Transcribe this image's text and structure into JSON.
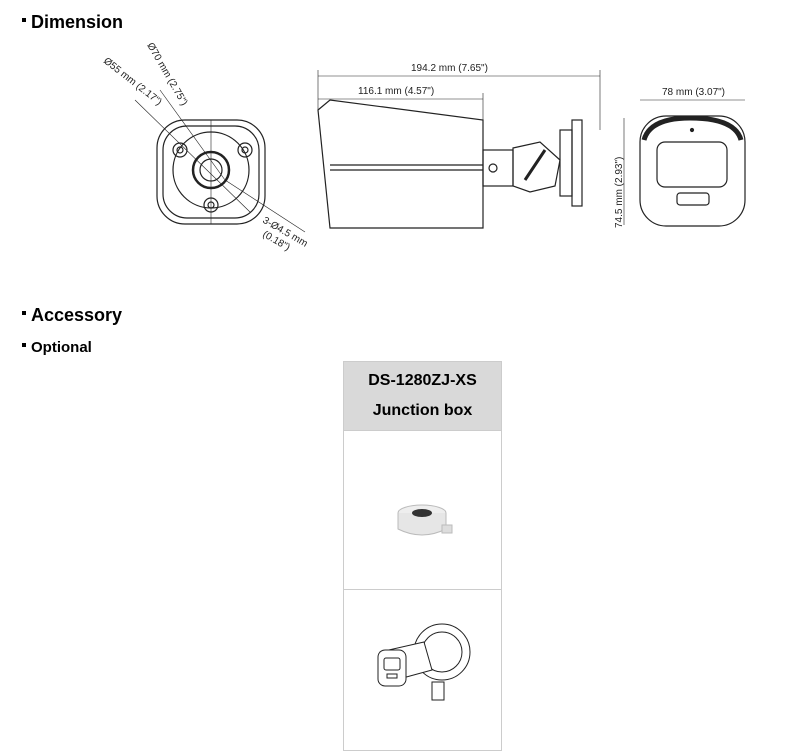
{
  "sections": {
    "dimension": "Dimension",
    "accessory": "Accessory",
    "optional": "Optional"
  },
  "dimension_labels": {
    "front_outer": "Ø70 mm (2.75\")",
    "front_inner": "Ø55 mm (2.17\")",
    "front_holes": "3-Ø4.5 mm",
    "front_holes_in": "(0.18\")",
    "total_length": "194.2 mm (7.65\")",
    "body_length": "116.1 mm (4.57\")",
    "width": "78 mm (3.07\")",
    "height": "74.5 mm (2.93\")"
  },
  "accessory_table": {
    "model": "DS-1280ZJ-XS",
    "name": "Junction box"
  }
}
